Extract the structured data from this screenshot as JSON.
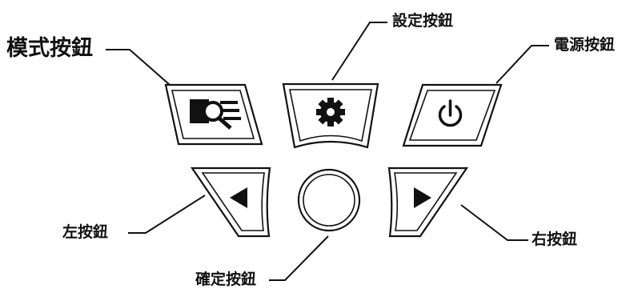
{
  "labels": {
    "mode": "模式按鈕",
    "settings": "設定按鈕",
    "power": "電源按鈕",
    "left": "左按鈕",
    "right": "右按鈕",
    "confirm": "確定按鈕"
  },
  "colors": {
    "ink": "#111111",
    "background": "#ffffff"
  },
  "icons": {
    "mode": "mode-magnifier-icon",
    "settings": "gear-icon",
    "power": "power-icon",
    "left": "arrow-left-icon",
    "right": "arrow-right-icon"
  }
}
